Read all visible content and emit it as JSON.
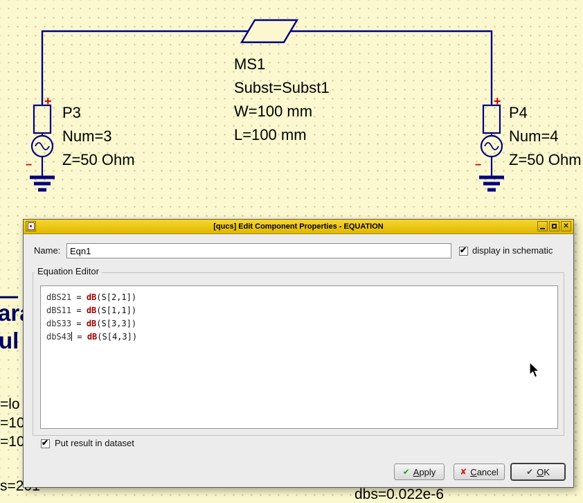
{
  "icons": {
    "apply_check": "✔",
    "cancel_cross": "✘",
    "ok_check": "✔",
    "close": "✕",
    "checkbox_check": "✔"
  },
  "schematic": {
    "ms1": {
      "label": "MS1",
      "subst": "Subst=Subst1",
      "width": "W=100 mm",
      "length": "L=100 mm"
    },
    "p3": {
      "label": "P3",
      "num": "Num=3",
      "z": "Z=50 Ohm",
      "plus": "+",
      "minus": "−"
    },
    "p4": {
      "label": "P4",
      "num": "Num=4",
      "z": "Z=50 Ohm",
      "plus": "+",
      "minus": "−"
    },
    "fragments": {
      "sim_title_1": "ara",
      "sim_title_2": "ul",
      "prop_1": "=lo",
      "prop_2": "=10",
      "prop_3": "=10",
      "prop_4": "s=201",
      "bottom_right": "dbs=0.022e-6"
    }
  },
  "dialog": {
    "title": "[qucs] Edit Component Properties - EQUATION",
    "name_label": "Name:",
    "name_value": "Eqn1",
    "display_checkbox": "display in schematic",
    "group_label": "Equation Editor",
    "equations": [
      {
        "lhs": "dBS21",
        "op": "=",
        "fn": "dB",
        "args": "(S[2,1])"
      },
      {
        "lhs": "dBS11",
        "op": "=",
        "fn": "dB",
        "args": "(S[1,1])"
      },
      {
        "lhs": "dbS33",
        "op": "=",
        "fn": "dB",
        "args": "(S[3,3])"
      },
      {
        "lhs": "dbS43",
        "op": "=",
        "fn": "dB",
        "args": "(S[4,3])",
        "caret": true
      }
    ],
    "dataset_checkbox": "Put result in dataset",
    "buttons": {
      "apply": "Apply",
      "cancel": "Cancel",
      "ok": "OK"
    }
  }
}
